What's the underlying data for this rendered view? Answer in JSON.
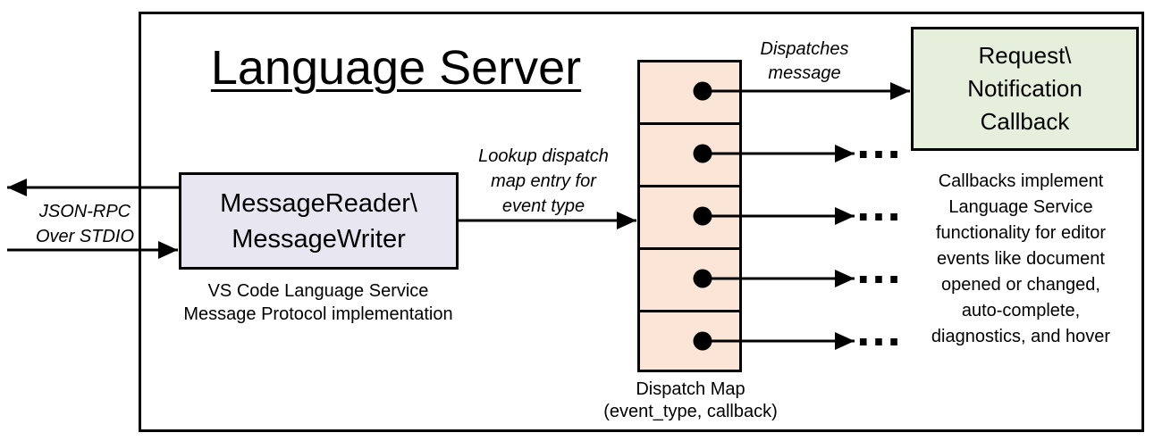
{
  "title": "Language Server",
  "stdio": {
    "lines": [
      "JSON-RPC",
      "Over STDIO"
    ]
  },
  "message_handler": {
    "name_lines": [
      "MessageReader\\",
      "MessageWriter"
    ],
    "caption_lines": [
      "VS Code Language Service",
      "Message Protocol implementation"
    ]
  },
  "lookup_label": {
    "lines": [
      "Lookup dispatch",
      "map entry for",
      "event type"
    ]
  },
  "dispatch_map": {
    "cell_count": 5,
    "caption_lines": [
      "Dispatch Map",
      "(event_type, callback)"
    ]
  },
  "dispatches_label": {
    "lines": [
      "Dispatches",
      "message"
    ]
  },
  "callback_box": {
    "lines": [
      "Request\\",
      "Notification",
      "Callback"
    ]
  },
  "ellipsis": "…",
  "callbacks_note": {
    "lines": [
      "Callbacks implement",
      "Language Service",
      "functionality for editor",
      "events like document",
      "opened or changed,",
      "auto-complete,",
      "diagnostics, and hover"
    ]
  },
  "colors": {
    "message_handler_fill": "#e8e7f1",
    "dispatch_map_fill": "#fbe5d6",
    "callback_fill": "#e5efdb",
    "line_color": "#000000",
    "background": "#ffffff"
  }
}
